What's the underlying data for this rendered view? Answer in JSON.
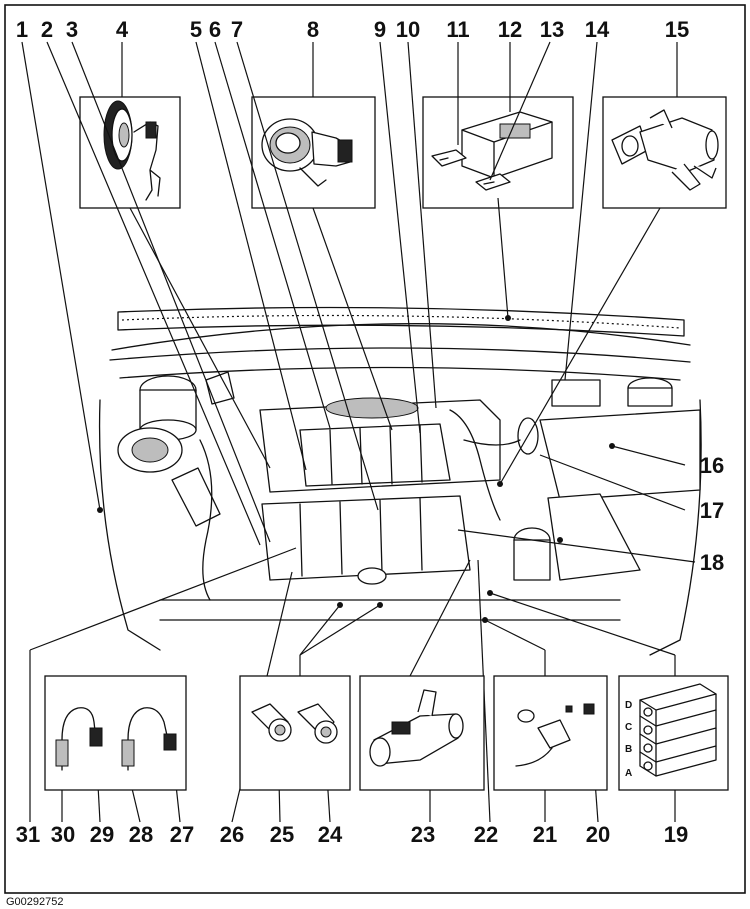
{
  "labels": {
    "top": [
      "1",
      "2",
      "3",
      "4",
      "5",
      "6",
      "7",
      "8",
      "9",
      "10",
      "11",
      "12",
      "13",
      "14",
      "15"
    ],
    "right": [
      "16",
      "17",
      "18"
    ],
    "bottom": [
      "31",
      "30",
      "29",
      "28",
      "27",
      "26",
      "25",
      "24",
      "23",
      "22",
      "21",
      "20",
      "19"
    ]
  },
  "coil_pack_letters": [
    "D",
    "C",
    "B",
    "A"
  ],
  "figure_code": "G00292752",
  "colors": {
    "ink": "#111111",
    "paper": "#ffffff",
    "shade": "#bdbdbd"
  }
}
